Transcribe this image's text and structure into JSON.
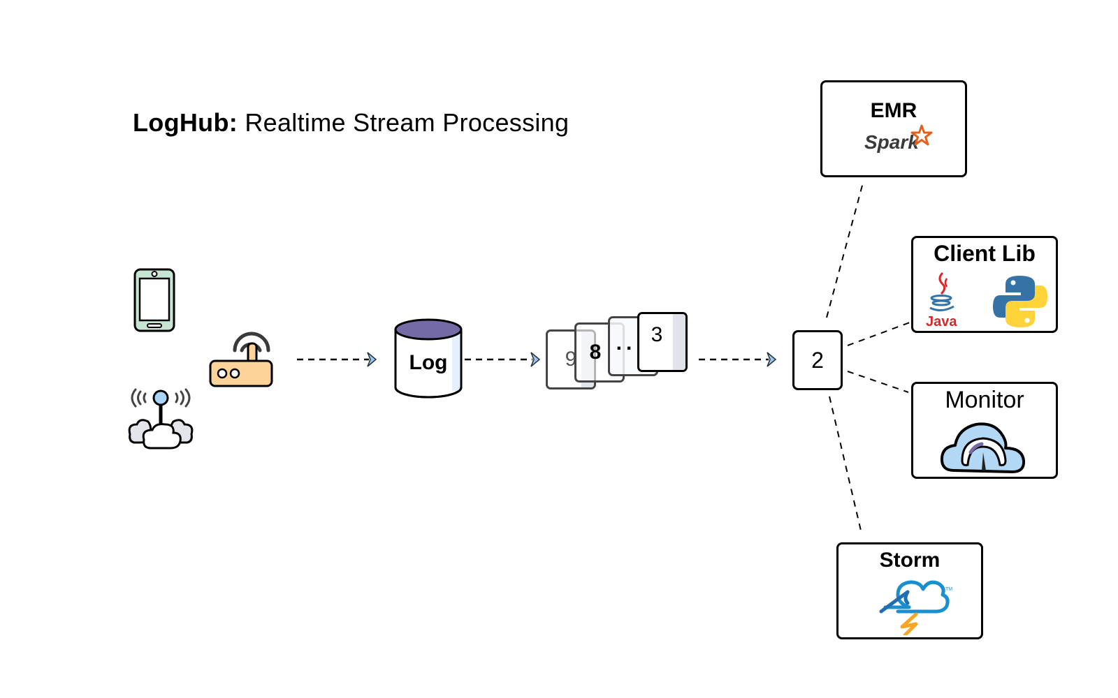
{
  "title": {
    "bold": "LogHub:",
    "rest": " Realtime Stream Processing"
  },
  "sources": {
    "icons": [
      "smartphone-icon",
      "wifi-router-icon",
      "iot-cloud-antenna-icon"
    ]
  },
  "log_store": {
    "label": "Log",
    "icon": "database-cylinder-icon"
  },
  "queue": {
    "cards": [
      "9",
      "8",
      "..",
      "3"
    ]
  },
  "current_item": {
    "label": "2"
  },
  "consumers": [
    {
      "id": "emr",
      "label": "EMR",
      "logo_text": "Spark",
      "icons": [
        "spark-star-icon"
      ]
    },
    {
      "id": "client-lib",
      "label": "Client Lib",
      "logo_text": "Java",
      "icons": [
        "java-icon",
        "python-icon"
      ]
    },
    {
      "id": "monitor",
      "label": "Monitor",
      "icons": [
        "cloud-gauge-icon"
      ]
    },
    {
      "id": "storm",
      "label": "Storm",
      "icons": [
        "storm-cloud-icon"
      ]
    }
  ],
  "colors": {
    "arrowhead": "#9cc3f5",
    "cylinder_top": "#746ba6",
    "router": "#fdd39a",
    "phone": "#c7e5d3",
    "monitor_cloud": "#b3d8f6",
    "spark_orange": "#e45f1b",
    "java_red": "#d9262b",
    "python_blue": "#3572a5",
    "python_yellow": "#ffd43b",
    "storm_blue": "#1a8fd0",
    "storm_orange": "#f6a623"
  }
}
